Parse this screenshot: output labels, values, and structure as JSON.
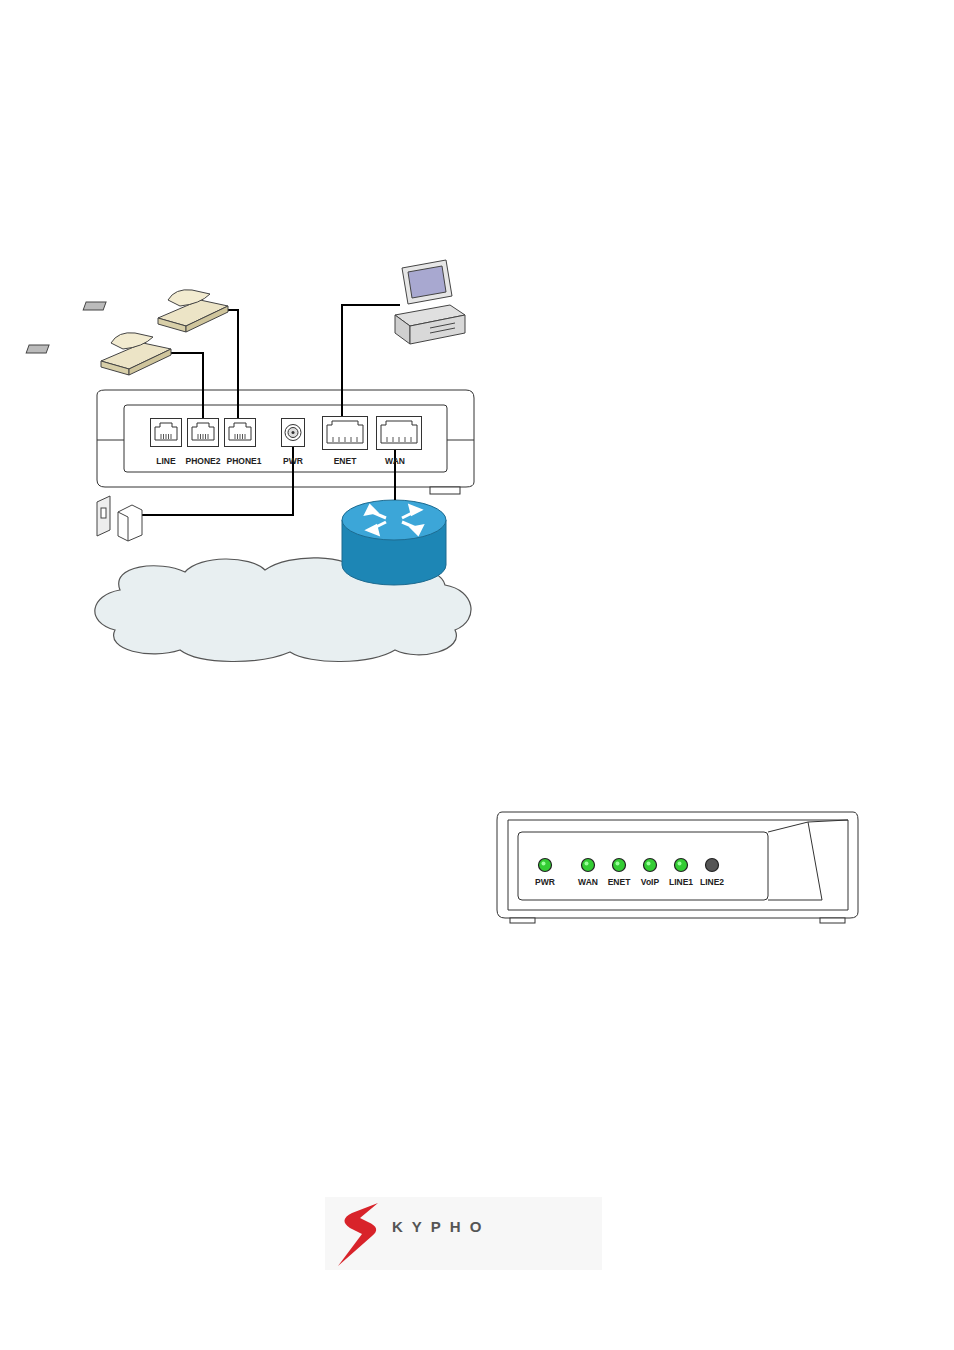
{
  "diagram": {
    "nodes": [
      {
        "text": [
          "LINE"
        ]
      },
      {
        "text": [
          "PHONE2"
        ]
      },
      {
        "text": [
          "PHONE1"
        ]
      },
      {
        "text": [
          "PWR"
        ]
      },
      {
        "text": [
          "ENET"
        ]
      },
      {
        "text": [
          "WAN"
        ]
      },
      {
        "text": [
          "PWR"
        ]
      },
      {
        "text": [
          "WAN"
        ]
      },
      {
        "text": [
          "ENET"
        ]
      },
      {
        "text": [
          "VoIP"
        ]
      },
      {
        "text": [
          "LINE1"
        ]
      },
      {
        "text": [
          "LINE2"
        ]
      }
    ],
    "labels": [
      "KYPHO"
    ]
  }
}
